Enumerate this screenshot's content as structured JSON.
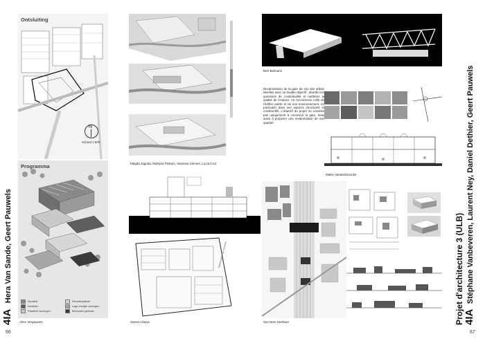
{
  "left_page": {
    "ontsluiting": {
      "title": "Ontsluiting",
      "compass": "N",
      "scale": "Schaal 1:500"
    },
    "programma": {
      "title": "Programma",
      "legend": [
        {
          "label": "Sporthal",
          "color": "#8a8a8a"
        },
        {
          "label": "Kantoren",
          "color": "#5e5e5e"
        },
        {
          "label": "Passieve woningen",
          "color": "#c9c9c9"
        },
        {
          "label": "Dienstenpakket",
          "color": "#d6d6d6"
        },
        {
          "label": "Lage energie woningen",
          "color": "#a7a7a7"
        },
        {
          "label": "Behouden gebouw",
          "color": "#3a3a3a"
        }
      ]
    },
    "captions": {
      "aline": "Aline Vergauwen",
      "magda": "Magda Jagoda, Martyna Plokarz, Vanessa Simoes, Lucia Cruz",
      "sanne": "Sanne Claeys"
    },
    "vertical_title_code": "4IA",
    "vertical_title_names": "Hera Van Sande, Geert Pauwels",
    "page_number": "66"
  },
  "right_page": {
    "captions": {
      "bert": "Bert Belmans",
      "mieke": "Mieke Vandenbroucke",
      "sye": "Sye Nam Heirbaut"
    },
    "description": "Revalorisation de la gare de son site urbain Nivelles avec un double objectif : aborder les questions de contextualité et maîtriser la qualité de l'espace, en l'occurrence celle de l'édifice public et de son environnement, en particulier dans ses aspects structurels et constructifs. L'objectif du projet ne consiste pas uniquement à concevoir la gare, mais aussi à proposer une revalorisation de son quartier.",
    "plan_label": "Stationsplein van Nivelles",
    "vertical_title_course": "Projet d'architecture 3 (ULB)",
    "vertical_title_code": "4IA",
    "vertical_title_names": "Stéphane Vanbeveren, Laurent Ney, Daniel Dethier, Geert Pauwels",
    "page_number": "67"
  }
}
